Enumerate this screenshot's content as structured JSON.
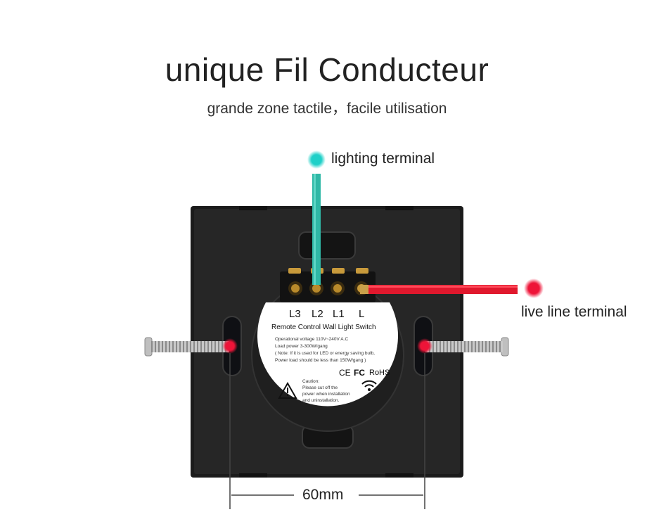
{
  "header": {
    "title": "unique Fil Conducteur",
    "subtitle": "grande zone tactile，facile utilisation"
  },
  "callouts": {
    "lighting": "lighting terminal",
    "live": "live line terminal"
  },
  "terminals": [
    "L3",
    "L2",
    "L1",
    "L"
  ],
  "label_sticker": {
    "heading": "Remote Control Wall Light Switch",
    "spec_lines": [
      "Operational voltage   110V~240V A.C",
      "Load power   3-300W/gang",
      "( Note: If it is used for LED or energy saving bulb,",
      "Power load should be less than 150W/gang )"
    ],
    "cert_ce": "CE",
    "cert_fc": "FC",
    "cert_rohs": "RoHS",
    "caution_lines": [
      "Caution:",
      "Please cut  off the",
      "power when installation",
      "and uninstallation."
    ]
  },
  "dimension": "60mm",
  "colors": {
    "lighting_wire": "#2fb8a6",
    "live_wire": "#e0182d",
    "dot_cyan": "#1fd0c8",
    "dot_red": "#ee1438",
    "panel": "#1b1b1b"
  }
}
